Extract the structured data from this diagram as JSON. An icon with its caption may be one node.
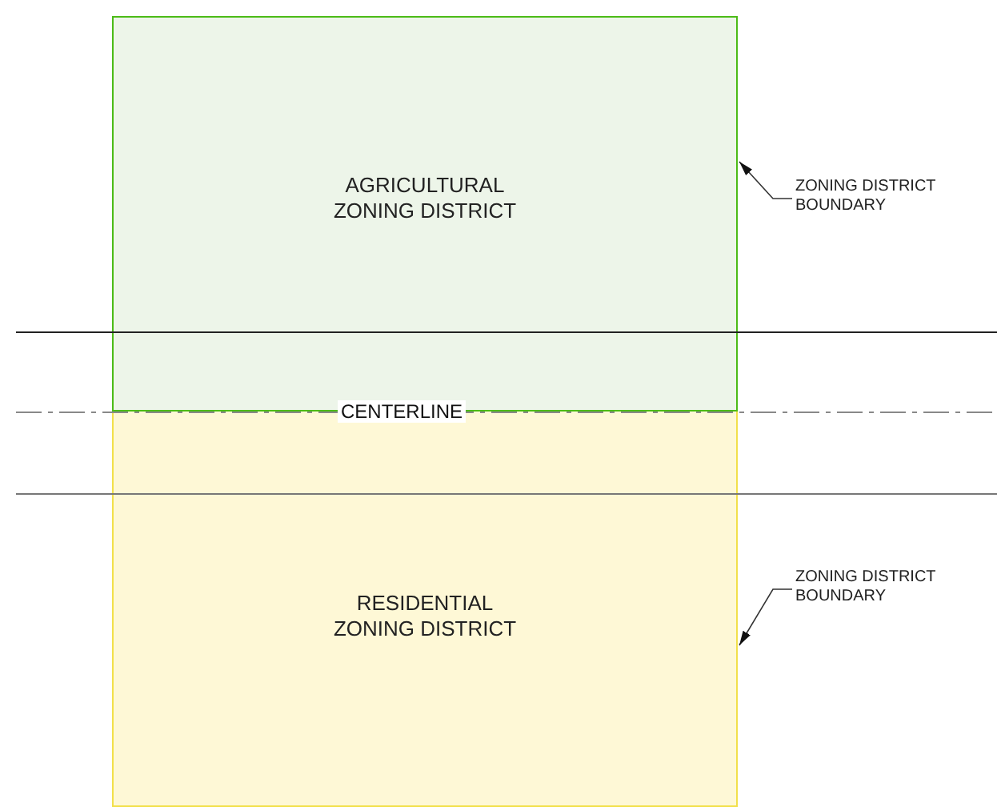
{
  "diagram": {
    "nodes": [
      {
        "text": [
          "AGRICULTURAL ZONING DISTRICT"
        ]
      },
      {
        "text": [
          "RESIDENTIAL ZONING DISTRICT"
        ]
      },
      {
        "text": [
          "ZONING DISTRICT BOUNDARY"
        ]
      },
      {
        "text": [
          "ZONING DISTRICT BOUNDARY"
        ]
      }
    ],
    "edges": [
      {
        "from": 2,
        "to": 0,
        "arrow": "to"
      },
      {
        "from": 3,
        "to": 1,
        "arrow": "to"
      }
    ],
    "labels": [
      "CENTERLINE"
    ]
  }
}
